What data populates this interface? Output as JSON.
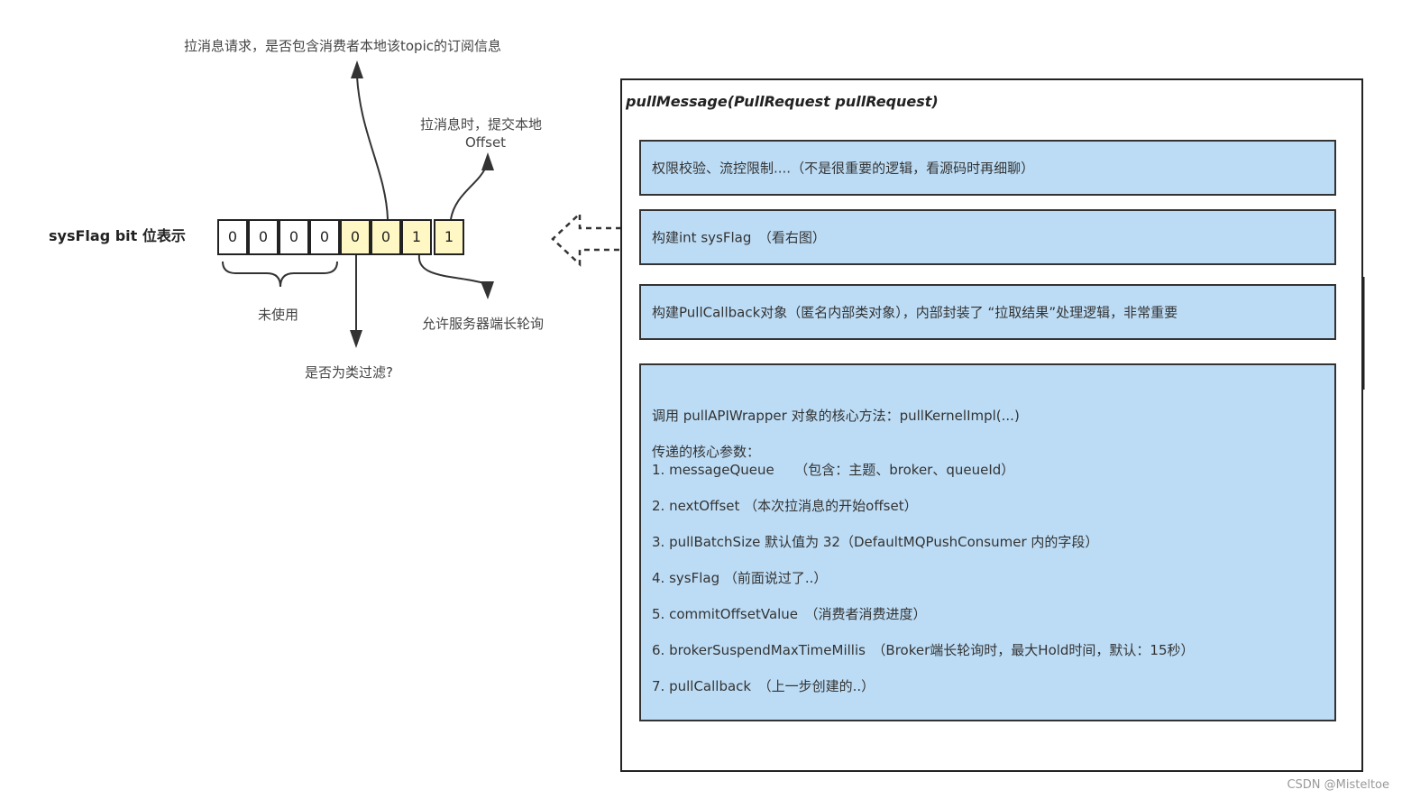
{
  "bitfield": {
    "title": "sysFlag bit 位表示",
    "bits": [
      "0",
      "0",
      "0",
      "0",
      "0",
      "0",
      "1",
      "1"
    ]
  },
  "annotations": {
    "unused": "未使用",
    "commit_offset_line1": "拉消息时，提交本地",
    "commit_offset_line2": "Offset",
    "subscription": "拉消息请求，是否包含消费者本地该topic的订阅信息",
    "long_polling": "允许服务器端长轮询",
    "class_filter": "是否为类过滤?"
  },
  "method": {
    "signature": "pullMessage(PullRequest pullRequest)",
    "steps": [
      "权限校验、流控限制....（不是很重要的逻辑，看源码时再细聊）",
      "构建int sysFlag　（看右图）",
      "构建PullCallback对象（匿名内部类对象），内部封装了 “拉取结果”处理逻辑，非常重要"
    ],
    "core": {
      "call": "调用 pullAPIWrapper 对象的核心方法：pullKernelImpl(...)",
      "params_title": "传递的核心参数：",
      "params": [
        "1.  messageQueue　　（包含：主题、broker、queueId）",
        "2.  nextOffset （本次拉消息的开始offset）",
        "3.  pullBatchSize 默认值为 32（DefaultMQPushConsumer 内的字段）",
        "4.  sysFlag （前面说过了..）",
        "5.  commitOffsetValue　（消费者消费进度）",
        "6.  brokerSuspendMaxTimeMillis　（Broker端长轮询时，最大Hold时间，默认：15秒）",
        "7.  pullCallback　（上一步创建的..）"
      ]
    }
  },
  "watermark": "CSDN @Misteltoe",
  "colors": {
    "step_box_fill": "#bcdcf5",
    "used_bit_fill": "#fff8c5",
    "unused_bit_fill": "#ffffff",
    "line": "#333333"
  }
}
